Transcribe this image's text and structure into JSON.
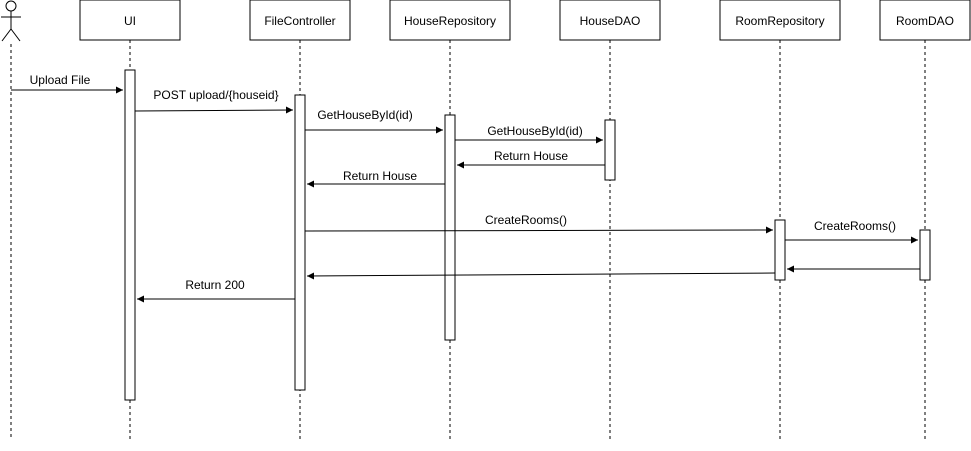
{
  "participants": [
    {
      "id": "actor",
      "kind": "actor",
      "label": ""
    },
    {
      "id": "ui",
      "kind": "box",
      "label": "UI"
    },
    {
      "id": "filecontroller",
      "kind": "box",
      "label": "FileController"
    },
    {
      "id": "houserepository",
      "kind": "box",
      "label": "HouseRepository"
    },
    {
      "id": "housedao",
      "kind": "box",
      "label": "HouseDAO"
    },
    {
      "id": "roomrepository",
      "kind": "box",
      "label": "RoomRepository"
    },
    {
      "id": "roomdao",
      "kind": "box",
      "label": "RoomDAO"
    }
  ],
  "messages": [
    {
      "from": "actor",
      "to": "ui",
      "label": "Upload File",
      "kind": "call"
    },
    {
      "from": "ui",
      "to": "filecontroller",
      "label": "POST upload/{houseid}",
      "kind": "call"
    },
    {
      "from": "filecontroller",
      "to": "houserepository",
      "label": "GetHouseById(id)",
      "kind": "call"
    },
    {
      "from": "houserepository",
      "to": "housedao",
      "label": "GetHouseById(id)",
      "kind": "call"
    },
    {
      "from": "housedao",
      "to": "houserepository",
      "label": "Return House",
      "kind": "return"
    },
    {
      "from": "houserepository",
      "to": "filecontroller",
      "label": "Return House",
      "kind": "return"
    },
    {
      "from": "filecontroller",
      "to": "roomrepository",
      "label": "CreateRooms()",
      "kind": "call"
    },
    {
      "from": "roomrepository",
      "to": "roomdao",
      "label": "CreateRooms()",
      "kind": "call"
    },
    {
      "from": "roomdao",
      "to": "roomrepository",
      "label": "",
      "kind": "return"
    },
    {
      "from": "roomrepository",
      "to": "filecontroller",
      "label": "",
      "kind": "return"
    },
    {
      "from": "filecontroller",
      "to": "ui",
      "label": "Return 200",
      "kind": "return"
    }
  ],
  "colors": {
    "stroke": "#000000",
    "fill": "#ffffff"
  }
}
